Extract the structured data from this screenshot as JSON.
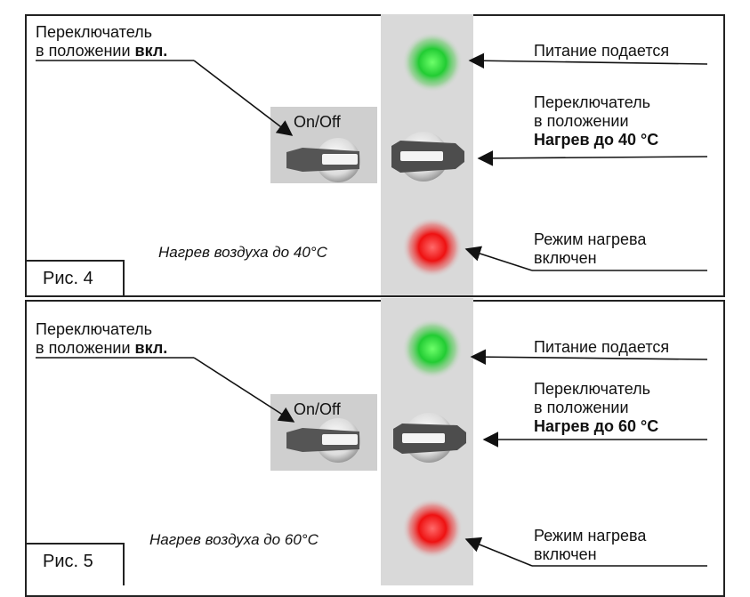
{
  "figures": [
    {
      "caption": "Рис. 4",
      "switch_label_line1": "Переключатель",
      "switch_label_line2_prefix": "в положении ",
      "switch_label_line2_bold": "вкл.",
      "onoff_label": "On/Off",
      "power_label": "Питание подается",
      "selector_line1": "Переключатель",
      "selector_line2": "в положении",
      "selector_line3": "Нагрев до 40 °C",
      "mode_line1": "Режим нагрева",
      "mode_line2": "включен",
      "heating_caption": "Нагрев воздуха до 40°С"
    },
    {
      "caption": "Рис. 5",
      "switch_label_line1": "Переключатель",
      "switch_label_line2_prefix": "в положении ",
      "switch_label_line2_bold": "вкл.",
      "onoff_label": "On/Off",
      "power_label": "Питание подается",
      "selector_line1": "Переключатель",
      "selector_line2": "в положении",
      "selector_line3": "Нагрев до 60 °C",
      "mode_line1": "Режим нагрева",
      "mode_line2": "включен",
      "heating_caption": "Нагрев воздуха до 60°С"
    }
  ],
  "colors": {
    "power_lamp": "#22cc33",
    "heating_lamp": "#ee1111",
    "strip": "#d9d9d9",
    "border": "#222222"
  },
  "icons": [
    "green-indicator-lamp",
    "rotary-selector-switch",
    "red-indicator-lamp",
    "on-off-switch",
    "arrow-icon"
  ]
}
